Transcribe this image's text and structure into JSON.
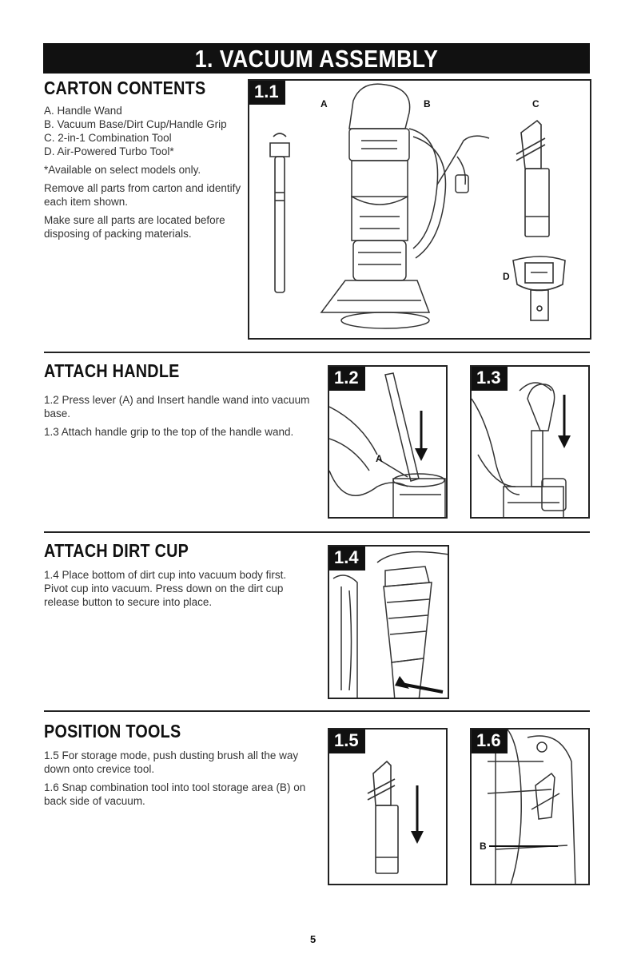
{
  "banner_title": "1. VACUUM ASSEMBLY",
  "sections": {
    "carton": {
      "heading": "CARTON CONTENTS",
      "items": [
        "A. Handle Wand",
        "B. Vacuum Base/Dirt Cup/Handle Grip",
        "C. 2-in-1 Combination Tool",
        "D. Air-Powered Turbo Tool*"
      ],
      "footnote": "*Available on select models only.",
      "p1": "Remove all parts from carton and identify each item shown.",
      "p2": "Make sure all parts are located before disposing of packing materials."
    },
    "handle": {
      "heading": "ATTACH HANDLE",
      "p1": "1.2 Press lever (A) and Insert handle wand into vacuum base.",
      "p2": "1.3 Attach handle grip to the top of the handle wand."
    },
    "dirtcup": {
      "heading": "ATTACH DIRT CUP",
      "p1": "1.4 Place bottom of dirt cup into vacuum body first. Pivot cup into vacuum. Press down on the dirt cup release button to secure into place."
    },
    "tools": {
      "heading": "POSITION TOOLS",
      "p1": "1.5 For storage mode, push dusting brush all the way down onto crevice tool.",
      "p2": "1.6 Snap combination tool into tool storage area (B) on back side of vacuum."
    }
  },
  "figures": {
    "f11": {
      "label": "1.1",
      "letters": {
        "a": "A",
        "b": "B",
        "c": "C",
        "d": "D"
      }
    },
    "f12": {
      "label": "1.2",
      "letter": "A"
    },
    "f13": {
      "label": "1.3"
    },
    "f14": {
      "label": "1.4"
    },
    "f15": {
      "label": "1.5"
    },
    "f16": {
      "label": "1.6",
      "letter": "B"
    }
  },
  "page_number": "5"
}
